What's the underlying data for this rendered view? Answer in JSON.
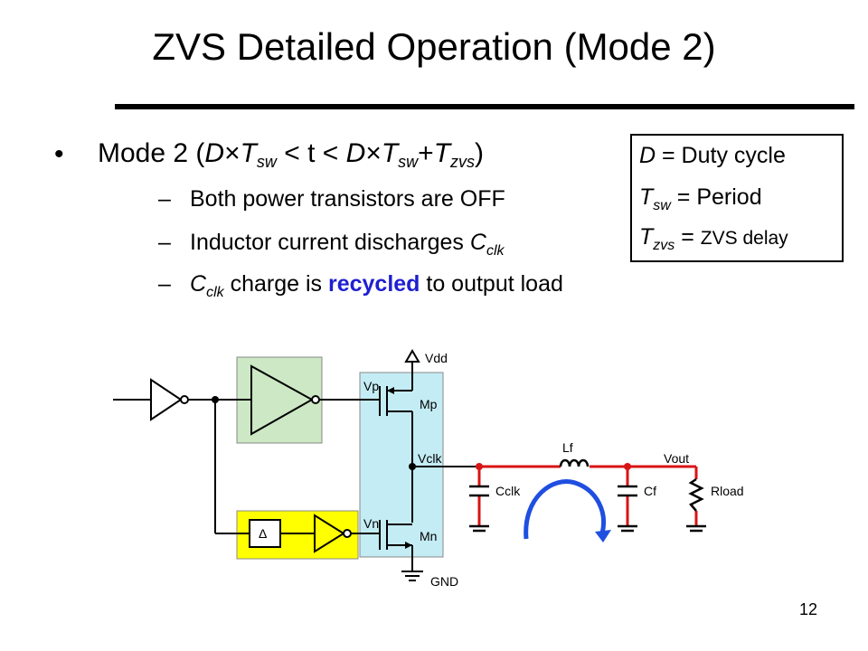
{
  "title": "ZVS Detailed Operation (Mode 2)",
  "bullet": {
    "mode_label": "Mode 2 (",
    "D": "D",
    "times": "×",
    "T": "T",
    "sw": "sw",
    "lt": " < t < ",
    "plus": "+",
    "zvs": "zvs",
    "close": ")"
  },
  "subbullets": {
    "dash": "–",
    "item1": "Both power transistors are OFF",
    "item2_text": "Inductor current discharges ",
    "item2_C": "C",
    "item2_sub": "clk",
    "item3_C": "C",
    "item3_sub": "clk",
    "item3_mid": " charge is ",
    "item3_highlight": "recycled",
    "item3_end": " to output load"
  },
  "definitions": {
    "d_symbol": "D",
    "d_text": " = Duty cycle",
    "tsw_symbol": "T",
    "tsw_sub": "sw",
    "tsw_text": " = Period",
    "tzvs_symbol": "T",
    "tzvs_sub": "zvs",
    "tzvs_eq": " = ",
    "tzvs_text": "ZVS delay"
  },
  "circuit": {
    "vdd": "Vdd",
    "vp": "Vp",
    "mp": "Mp",
    "vclk": "Vclk",
    "vn": "Vn",
    "mn": "Mn",
    "gnd": "GND",
    "lf": "Lf",
    "vout": "Vout",
    "cclk": "Cclk",
    "cf": "Cf",
    "rload": "Rload",
    "delay": "Δ",
    "colors": {
      "green_block": "#cce8c4",
      "yellow_block": "#ffff00",
      "cyan_block": "#c4ecf4",
      "red_wire": "#d81414",
      "arrow_blue": "#1f4fe0"
    }
  },
  "page_number": "12"
}
